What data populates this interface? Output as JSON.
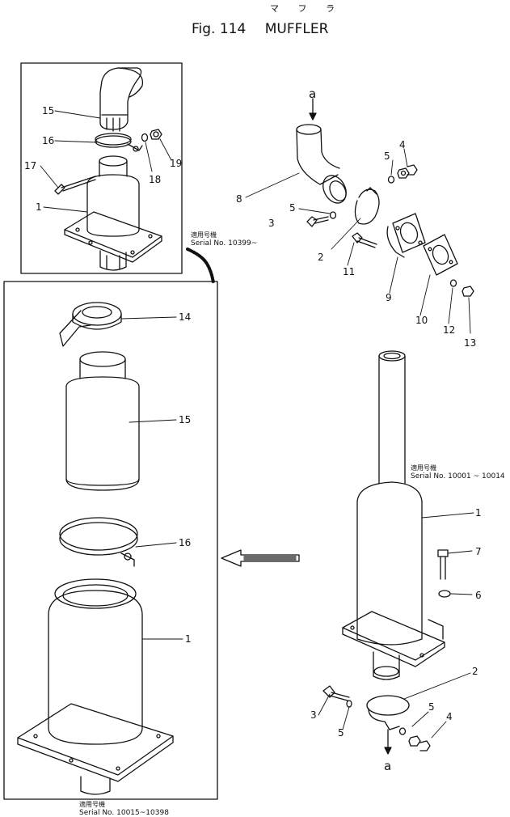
{
  "header": {
    "kana": "マ フ ラ",
    "fig_label": "Fig. 114",
    "title": "MUFFLER"
  },
  "serials": {
    "top_left": {
      "jp": "適用号機",
      "text": "Serial No. 10399~"
    },
    "right": {
      "jp": "適用号機",
      "text": "Serial No. 10001 ~ 10014"
    },
    "bottom_left": {
      "jp": "適用号機",
      "text": "Serial No. 10015~10398"
    }
  },
  "callouts": {
    "a": "a",
    "p1": "1",
    "p2": "2",
    "p3": "3",
    "p4": "4",
    "p5": "5",
    "p6": "6",
    "p7": "7",
    "p8": "8",
    "p9": "9",
    "p10": "10",
    "p11": "11",
    "p12": "12",
    "p13": "13",
    "p14": "14",
    "p15": "15",
    "p16": "16",
    "p17": "17",
    "p18": "18",
    "p19": "19"
  }
}
